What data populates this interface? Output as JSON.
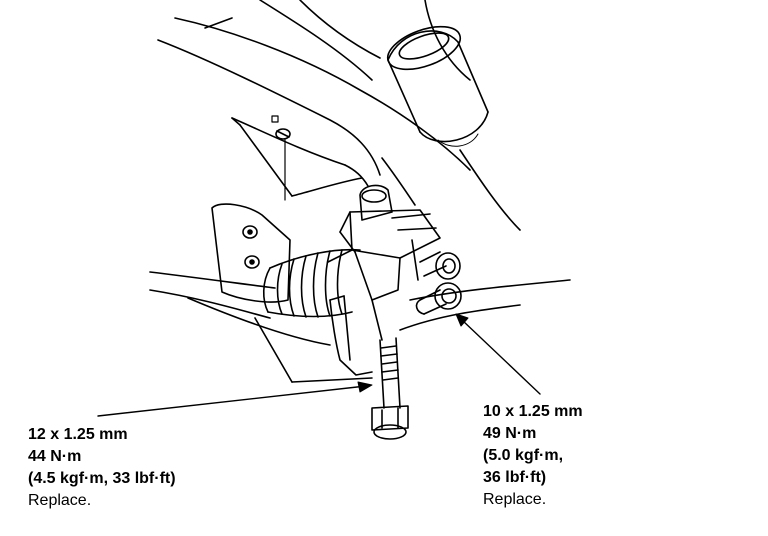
{
  "callouts": {
    "left": {
      "size": "12 x 1.25 mm",
      "torque_nm": "44 N·m",
      "torque_alt": "(4.5 kgf·m, 33 lbf·ft)",
      "note": "Replace."
    },
    "right": {
      "size": "10 x 1.25 mm",
      "torque_nm": "49 N·m",
      "torque_alt_1": "(5.0 kgf·m,",
      "torque_alt_2": "36 lbf·ft)",
      "note": "Replace."
    }
  }
}
